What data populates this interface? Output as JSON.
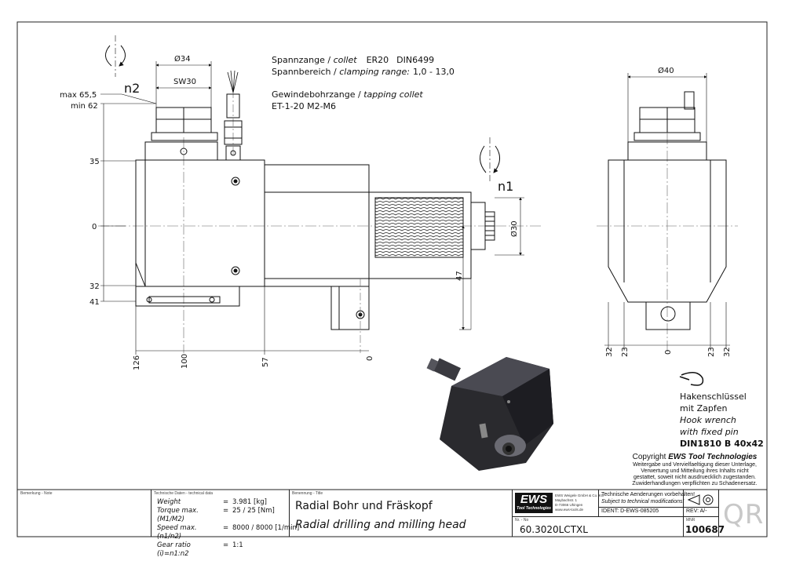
{
  "specs": {
    "collet_line": {
      "de": "Spannzange",
      "sep": " / ",
      "en": "collet",
      "code": "ER20",
      "std": "DIN6499"
    },
    "range_line": {
      "de": "Spannbereich",
      "sep": " / ",
      "en": "clamping range:",
      "value": "1,0 - 13,0"
    },
    "tap_line": {
      "de": "Gewindebohrzange",
      "sep": " / ",
      "en": "tapping collet"
    },
    "tap_code": "ET-1-20  M2-M6"
  },
  "dims": {
    "d34": "Ø34",
    "sw30": "SW30",
    "max": "max 65,5",
    "min": "min 62",
    "d40": "Ø40",
    "d30": "Ø30",
    "v47": "47",
    "left_scale": [
      "35",
      "0",
      "32",
      "41"
    ],
    "bottom_left": [
      "126",
      "100",
      "57",
      "0"
    ],
    "bottom_right": [
      "32",
      "23",
      "0",
      "23",
      "32"
    ],
    "n1": "n1",
    "n2": "n2"
  },
  "accessory": {
    "de1": "Hakenschlüssel",
    "de2": "mit Zapfen",
    "en1": "Hook wrench",
    "en2": "with fixed pin",
    "std": "DIN1810 B 40x42"
  },
  "copyright": {
    "prefix": "Copyright ",
    "brand": "EWS Tool Technologies",
    "lines": [
      "Weitergabe und Vervielfaeltigung dieser Unterlage,",
      "Verwertung und Mitteilung ihres Inhalts nicht",
      "gestattet, soweit nicht ausdruecklich zugestanden.",
      "Zuwiderhandlungen verpflichten zu Schadenersatz."
    ]
  },
  "title_block": {
    "note_label": "Bemerkung - Note",
    "tech_label": "Technische Daten - technical data",
    "tech_rows": [
      {
        "k": "Weight",
        "eq": "=",
        "v": "3.981 [kg]"
      },
      {
        "k": "Torque max.(M1/M2)",
        "eq": "=",
        "v": "25 / 25 [Nm]"
      },
      {
        "k": "Speed max.  (n1/n2)",
        "eq": "=",
        "v": "8000 / 8000 [1/min]"
      },
      {
        "k": "Gear ratio  (i)=n1:n2",
        "eq": "=",
        "v": "1:1"
      }
    ],
    "title_label": "Benennung - Title",
    "title_de": "Radial Bohr und Fräskopf",
    "title_en": "Radial drilling and milling head",
    "nr_label": "Nr. - No",
    "part_no": "60.3020LCTXL",
    "logo": "EWS",
    "logo_sub": "Tool Technologies",
    "company": [
      "EWS Weigele GmbH & Co. KG",
      "Maybachstr. 1",
      "D-73066 Uhingen",
      "www.ews-tools.de"
    ],
    "change_note_1": "Technische Aenderungen vorbehalten!",
    "change_note_2": "Subject to technical modifications!",
    "ident": "IDENT:  D-EWS-085205",
    "rev": "REV:  A/-",
    "mnr_label": "MNR",
    "mnr": "100687",
    "qr": "QR"
  }
}
